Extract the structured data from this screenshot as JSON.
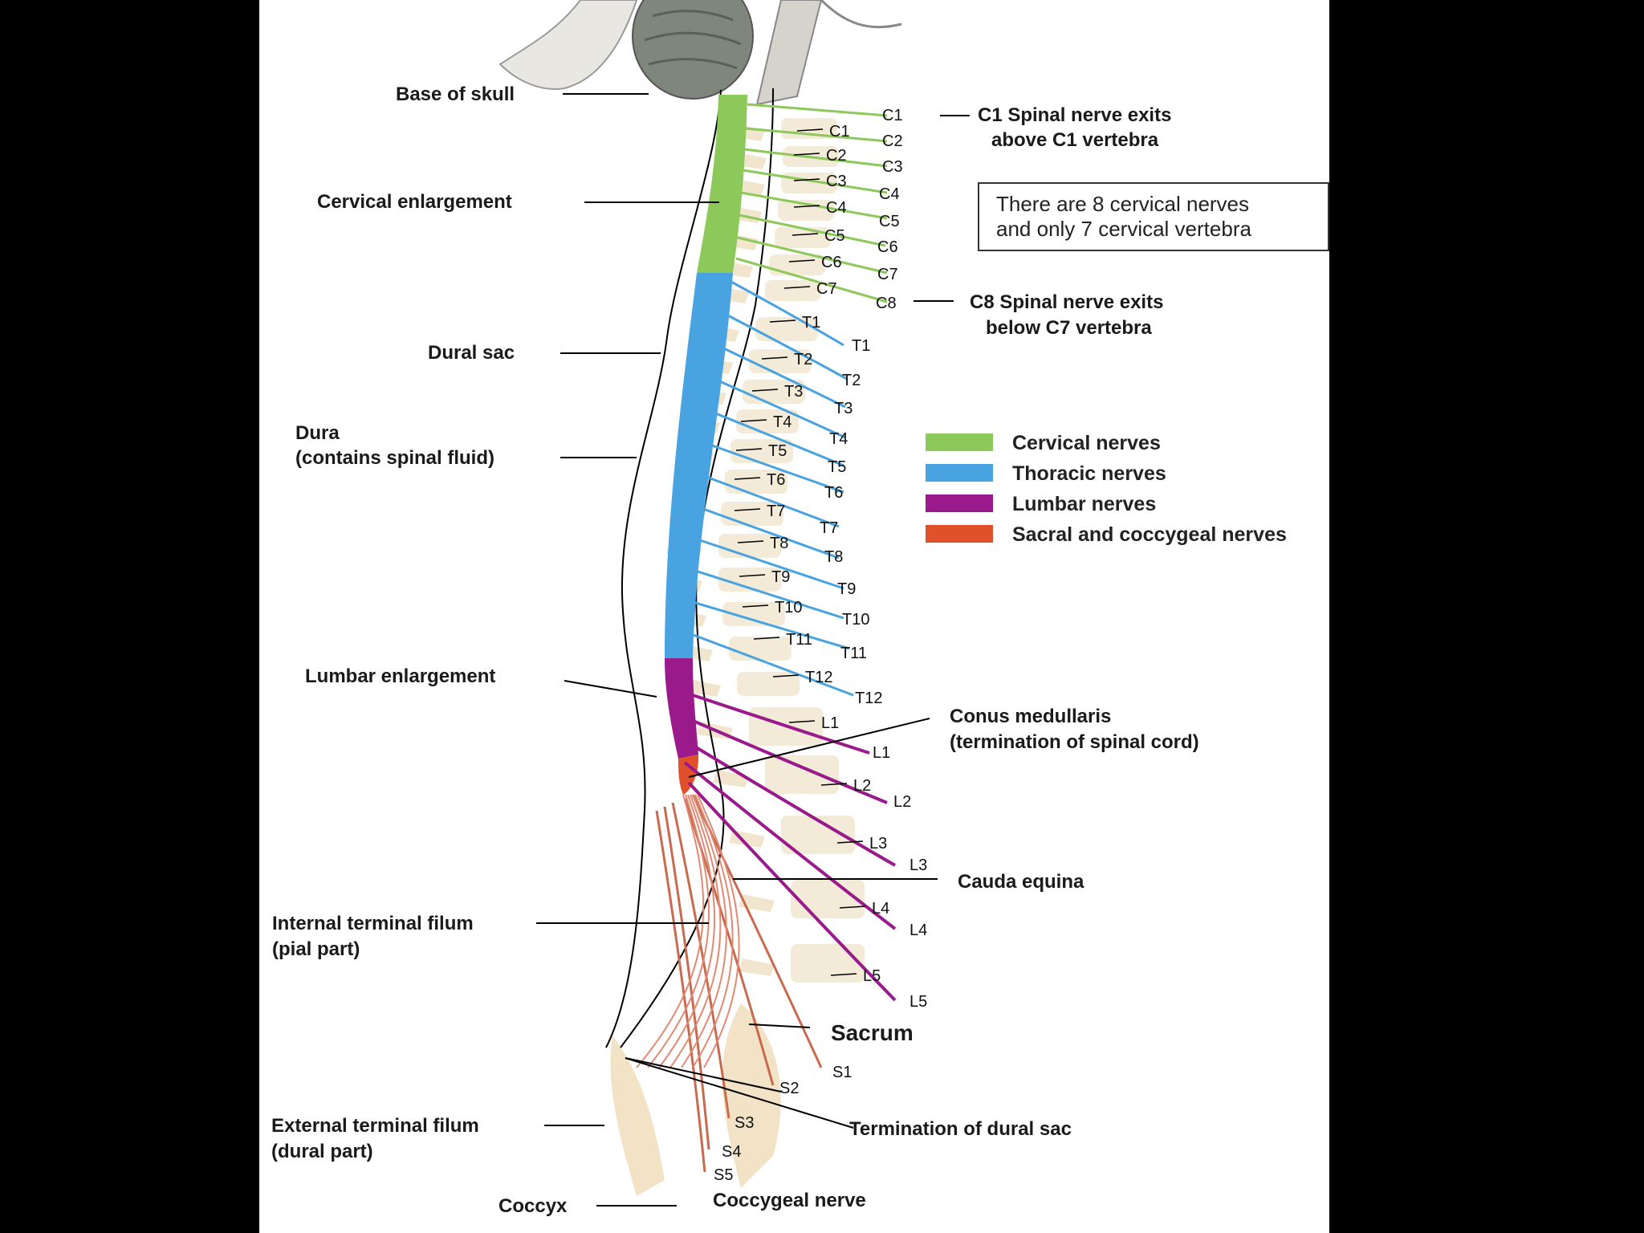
{
  "labels_left": {
    "base_of_skull": "Base of skull",
    "cervical_enlargement": "Cervical enlargement",
    "dural_sac": "Dural sac",
    "dura_line1": "Dura",
    "dura_line2": "(contains spinal fluid)",
    "lumbar_enlargement": "Lumbar enlargement",
    "internal_filum_line1": "Internal terminal filum",
    "internal_filum_line2": "(pial part)",
    "external_filum_line1": "External terminal filum",
    "external_filum_line2": "(dural part)",
    "coccyx": "Coccyx"
  },
  "labels_right": {
    "c1_exit_line1": "C1 Spinal nerve exits",
    "c1_exit_line2": "above C1 vertebra",
    "c8_exit_line1": "C8 Spinal nerve exits",
    "c8_exit_line2": "below C7 vertebra",
    "conus_line1": "Conus medullaris",
    "conus_line2": "(termination of spinal cord)",
    "cauda_equina": "Cauda equina",
    "sacrum": "Sacrum",
    "termination_dural_sac": "Termination of dural sac",
    "coccygeal_nerve": "Coccygeal nerve"
  },
  "note": {
    "line1": "There are 8 cervical nerves",
    "line2": "and only 7 cervical vertebra"
  },
  "legend": [
    {
      "label": "Cervical nerves",
      "color": "#8dc85a"
    },
    {
      "label": "Thoracic nerves",
      "color": "#48a3e0"
    },
    {
      "label": "Lumbar nerves",
      "color": "#9a1a8c"
    },
    {
      "label": "Sacral and coccygeal nerves",
      "color": "#e0502a"
    }
  ],
  "vertebra_labels": [
    "C1",
    "C2",
    "C3",
    "C4",
    "C5",
    "C6",
    "C7",
    "T1",
    "T2",
    "T3",
    "T4",
    "T5",
    "T6",
    "T7",
    "T8",
    "T9",
    "T10",
    "T11",
    "T12",
    "L1",
    "L2",
    "L3",
    "L4",
    "L5"
  ],
  "nerve_labels": [
    "C1",
    "C2",
    "C3",
    "C4",
    "C5",
    "C6",
    "C7",
    "C8",
    "T1",
    "T2",
    "T3",
    "T4",
    "T5",
    "T6",
    "T7",
    "T8",
    "T9",
    "T10",
    "T11",
    "T12",
    "L1",
    "L2",
    "L3",
    "L4",
    "L5",
    "S1",
    "S2",
    "S3",
    "S4",
    "S5"
  ]
}
